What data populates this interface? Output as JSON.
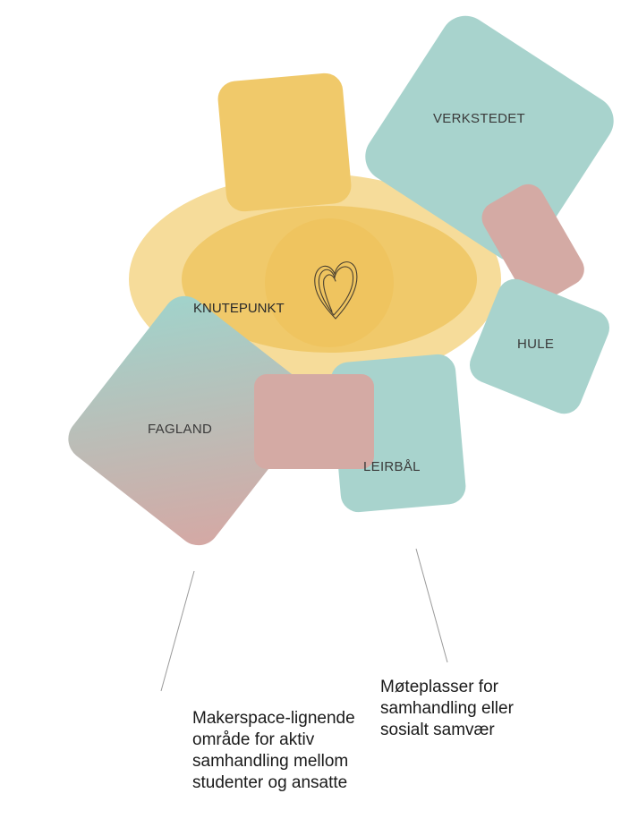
{
  "zones": {
    "verkstedet": "VERKSTEDET",
    "knutepunkt": "KNUTEPUNKT",
    "hule": "HULE",
    "fagland": "FAGLAND",
    "leirbal": "LEIRBÅL"
  },
  "notes": {
    "left": [
      "Makerspace-lignende",
      "område for aktiv",
      "samhandling mellom",
      "studenter og ansatte"
    ],
    "right": [
      "Møteplasser for",
      "samhandling eller",
      "sosialt samvær"
    ]
  },
  "colors": {
    "yellow": "#f0c96a",
    "light_yellow": "#f6dc9a",
    "teal": "#a8d3cd",
    "rose": "#d4aaa4"
  }
}
